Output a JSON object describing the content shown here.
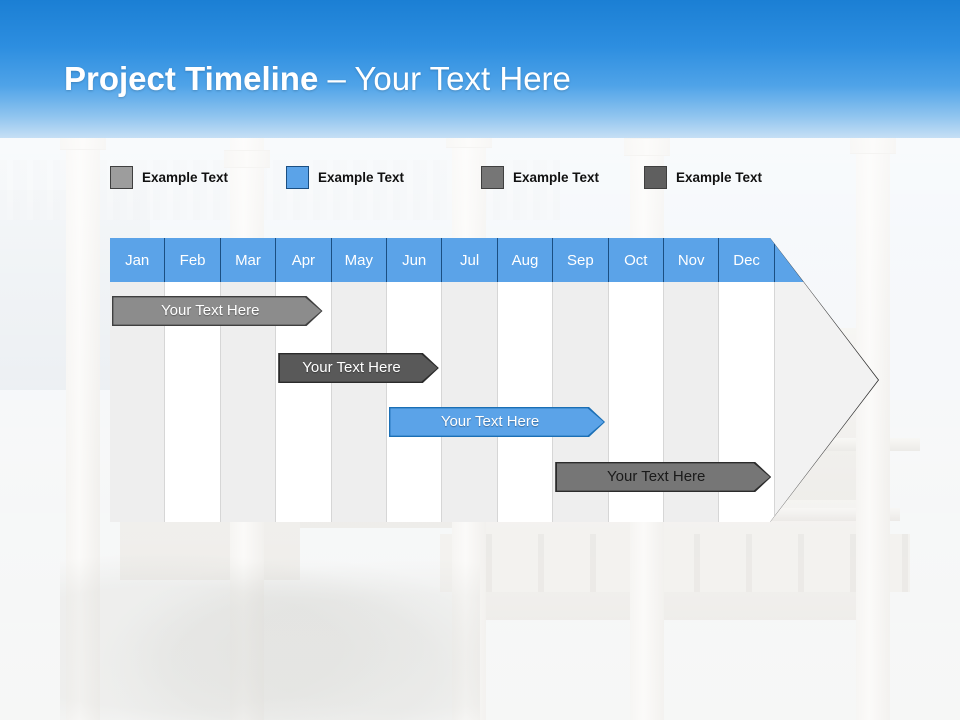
{
  "slide": {
    "title_bold": "Project Timeline",
    "title_rest": " – Your Text Here"
  },
  "legend": {
    "items": [
      {
        "label": "Example Text",
        "color": "#9d9d9d",
        "border": "#3f3f3f",
        "x": 0
      },
      {
        "label": "Example Text",
        "color": "#5ba3e8",
        "border": "#1b4f82",
        "x": 176
      },
      {
        "label": "Example Text",
        "color": "#767676",
        "border": "#3f3f3f",
        "x": 371
      },
      {
        "label": "Example Text",
        "color": "#5f5f5f",
        "border": "#3f3f3f",
        "x": 534
      }
    ]
  },
  "chart_data": {
    "type": "bar",
    "title": "Project Timeline",
    "xlabel": "",
    "ylabel": "",
    "categories": [
      "Jan",
      "Feb",
      "Mar",
      "Apr",
      "May",
      "Jun",
      "Jul",
      "Aug",
      "Sep",
      "Oct",
      "Nov",
      "Dec"
    ],
    "header_fill": "#5ba3e8",
    "header_text_color": "#ffffff",
    "column_fills": [
      "#eeeeee",
      "#ffffff"
    ],
    "grid": true,
    "series": [
      {
        "name": "Your  Text Here",
        "label": "Your  Text Here",
        "start_month": "Jan",
        "end_month": "Apr",
        "start_index": 0,
        "span": 3.8,
        "row": 0,
        "fill": "#8c8c8c",
        "border": "#3f3f3f",
        "text_color": "#ffffff"
      },
      {
        "name": "Your  Text Here",
        "label": "Your  Text Here",
        "start_month": "Apr",
        "end_month": "Jun",
        "start_index": 3,
        "span": 2.9,
        "row": 1,
        "fill": "#595959",
        "border": "#2b2b2b",
        "text_color": "#ffffff"
      },
      {
        "name": "Your  Text Here",
        "label": "Your  Text Here",
        "start_month": "Jun",
        "end_month": "Sep",
        "start_index": 5,
        "span": 3.9,
        "row": 2,
        "fill": "#5ba3e8",
        "border": "#1b6fb5",
        "text_color": "#ffffff"
      },
      {
        "name": "Your  Text Here",
        "label": "Your  Text Here",
        "start_month": "Sep",
        "end_month": "Dec",
        "start_index": 8,
        "span": 3.9,
        "row": 3,
        "fill": "#767676",
        "border": "#2b2b2b",
        "text_color": "#1a1a1a"
      }
    ]
  }
}
